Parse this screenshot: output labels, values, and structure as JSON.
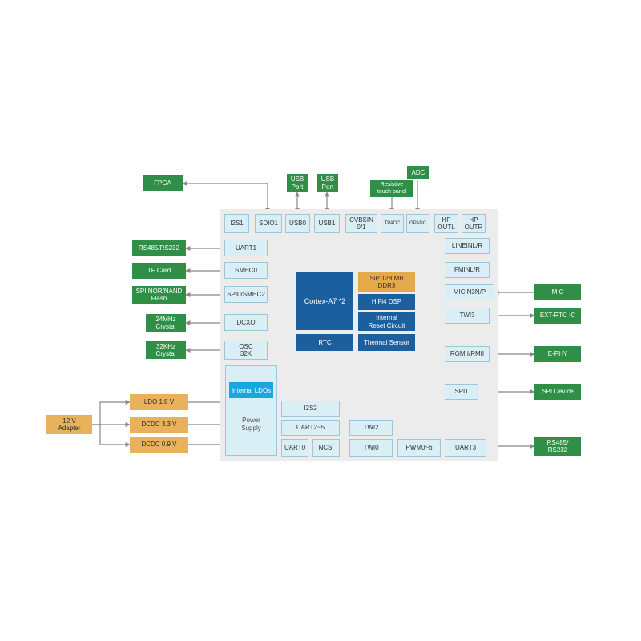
{
  "colors": {
    "external_green": "#2f8f46",
    "power_orange": "#e8b25c",
    "core_blue": "#1c5f9e",
    "ldo_cyan": "#19a7df",
    "interface_block": "#daeef6",
    "chip_background": "#ececec"
  },
  "external": {
    "fpga": "FPGA",
    "usb_port_1": "USB\nPort",
    "usb_port_2": "USB\nPort",
    "adc": "ADC",
    "resistive_touch": "Resistive\ntouch panel",
    "rs485_rs232_left": "RS485/RS232",
    "tf_card": "TF Card",
    "spi_nor_nand": "SPI NOR/NAND\nFlash",
    "crystal_24mhz": "24MHz\nCrystal",
    "crystal_32khz": "32KHz\nCrystal",
    "ldo_1v8": "LDO 1.8 V",
    "dcdc_3v3": "DCDC 3.3 V",
    "dcdc_0v9": "DCDC 0.9 V",
    "adapter_12v": "12 V\nAdapter",
    "mic": "MIC",
    "ext_rtc": "EXT-RTC IC",
    "ephy": "E-PHY",
    "spi_device": "SPI Device",
    "rs485_rs232_right": "RS485/\nRS232"
  },
  "soc": {
    "top": [
      "I2S1",
      "SDIO1",
      "USB0",
      "USB1",
      "CVBSIN\n0/1",
      "TPADC",
      "GPADC",
      "HP\nOUTL",
      "HP\nOUTR"
    ],
    "left": {
      "uart1": "UART1",
      "smhc0": "SMHC0",
      "spi0": "SPI0/SMHC2",
      "dcxo": "DCXO",
      "osc": "OSC\n32K"
    },
    "right": {
      "linein": "LINEINL/R",
      "fmin": "FMINL/R",
      "micin": "MICIN3N/P",
      "twi3": "TWI3",
      "rgmii": "RGMII/RMII",
      "spi1": "SPI1"
    },
    "core": {
      "cortex": "Cortex-A7 *2",
      "rtc": "RTC",
      "sip": "SiP 128 MB\nDDR3",
      "dsp": "HiFi4 DSP",
      "reset": "Internal\nReset Circuit",
      "thermal": "Thermal Sensor"
    },
    "power": {
      "internal_ldos": "Internal LDOs",
      "supply": "Power\nSupply"
    },
    "bottom": {
      "i2s2": "I2S2",
      "uart2_5": "UART2~5",
      "uart0": "UART0",
      "ncsi": "NCSI",
      "twi2": "TWI2",
      "twi0": "TWI0",
      "pwm": "PWM0~6",
      "uart3": "UART3"
    }
  }
}
